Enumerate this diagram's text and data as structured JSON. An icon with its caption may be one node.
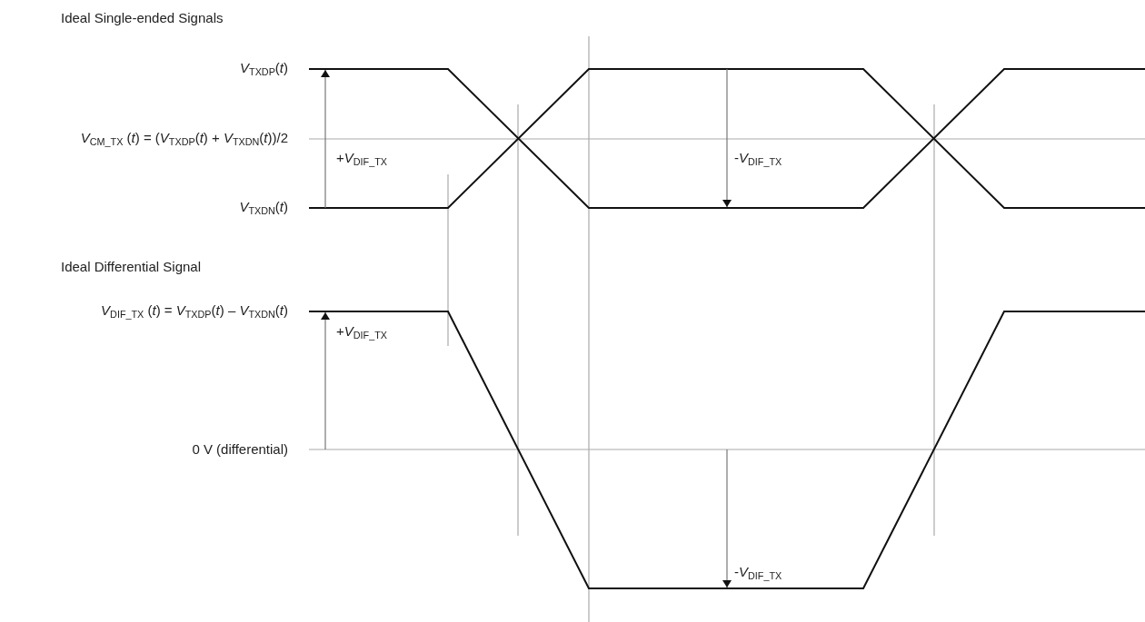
{
  "diagram": {
    "labels": [
      "Ideal Single-ended Signals",
      "*V*$_{TXDP}$(*t*)",
      "*V*$_{CM_TX}$ (*t*) = (*V*$_{TXDP}$(*t*) + *V*$_{TXDN}$(*t*))/2",
      "+*V*$_{DIF_TX}$",
      "-*V*$_{DIF_TX}$",
      "*V*$_{TXDN}$(*t*)",
      "Ideal Differential Signal",
      "*V*$_{DIF_TX}$ (*t*) = *V*$_{TXDP}$(*t*) – *V*$_{TXDN}$(*t*)",
      "+*V*$_{DIF_TX}$",
      "0 V (differential)",
      "-*V*$_{DIF_TX}$"
    ]
  }
}
